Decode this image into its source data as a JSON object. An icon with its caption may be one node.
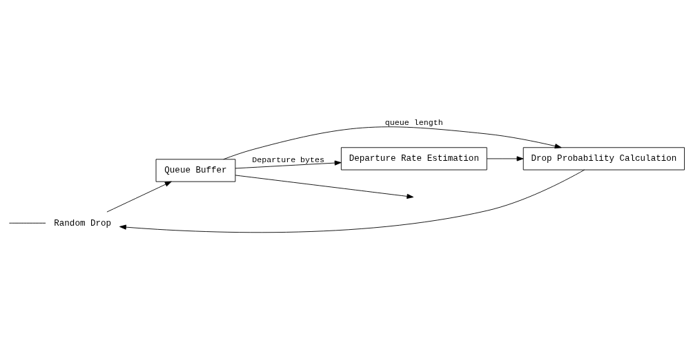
{
  "diagram": {
    "nodes": [
      {
        "text": [
          "Random Drop"
        ]
      },
      {
        "text": [
          "Queue Buffer"
        ]
      },
      {
        "text": [
          "Drop Probability Calculation"
        ]
      },
      {
        "text": [
          "Departure Rate Estimation"
        ]
      }
    ],
    "edges": [
      {
        "from": null,
        "to": 0,
        "arrow": "none"
      },
      {
        "from": 0,
        "to": 1,
        "arrow": "to"
      },
      {
        "from": 1,
        "to": null,
        "arrow": "to"
      },
      {
        "from": 1,
        "to": 2,
        "arrow": "to",
        "label": "queue length"
      },
      {
        "from": 1,
        "to": 3,
        "arrow": "to",
        "label": "Departure bytes"
      },
      {
        "from": 3,
        "to": 2,
        "arrow": "to"
      },
      {
        "from": 2,
        "to": 0,
        "arrow": "to"
      }
    ]
  }
}
